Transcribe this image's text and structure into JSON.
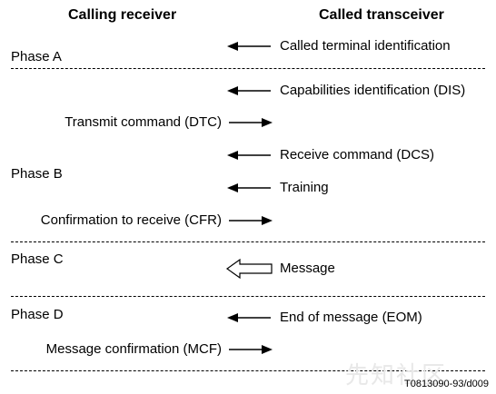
{
  "headers": {
    "left": "Calling receiver",
    "right": "Called transceiver"
  },
  "phases": {
    "a": "Phase A",
    "b": "Phase B",
    "c": "Phase C",
    "d": "Phase D"
  },
  "signals": {
    "called_terminal_id": "Called terminal identification",
    "capabilities_id": "Capabilities identification (DIS)",
    "transmit_command": "Transmit command (DTC)",
    "receive_command": "Receive command (DCS)",
    "training": "Training",
    "confirmation_to_receive": "Confirmation to receive (CFR)",
    "message": "Message",
    "end_of_message": "End of message (EOM)",
    "message_confirmation": "Message confirmation (MCF)"
  },
  "footer": {
    "figure_code": "T0813090-93/d009",
    "watermark": "先知社区"
  }
}
